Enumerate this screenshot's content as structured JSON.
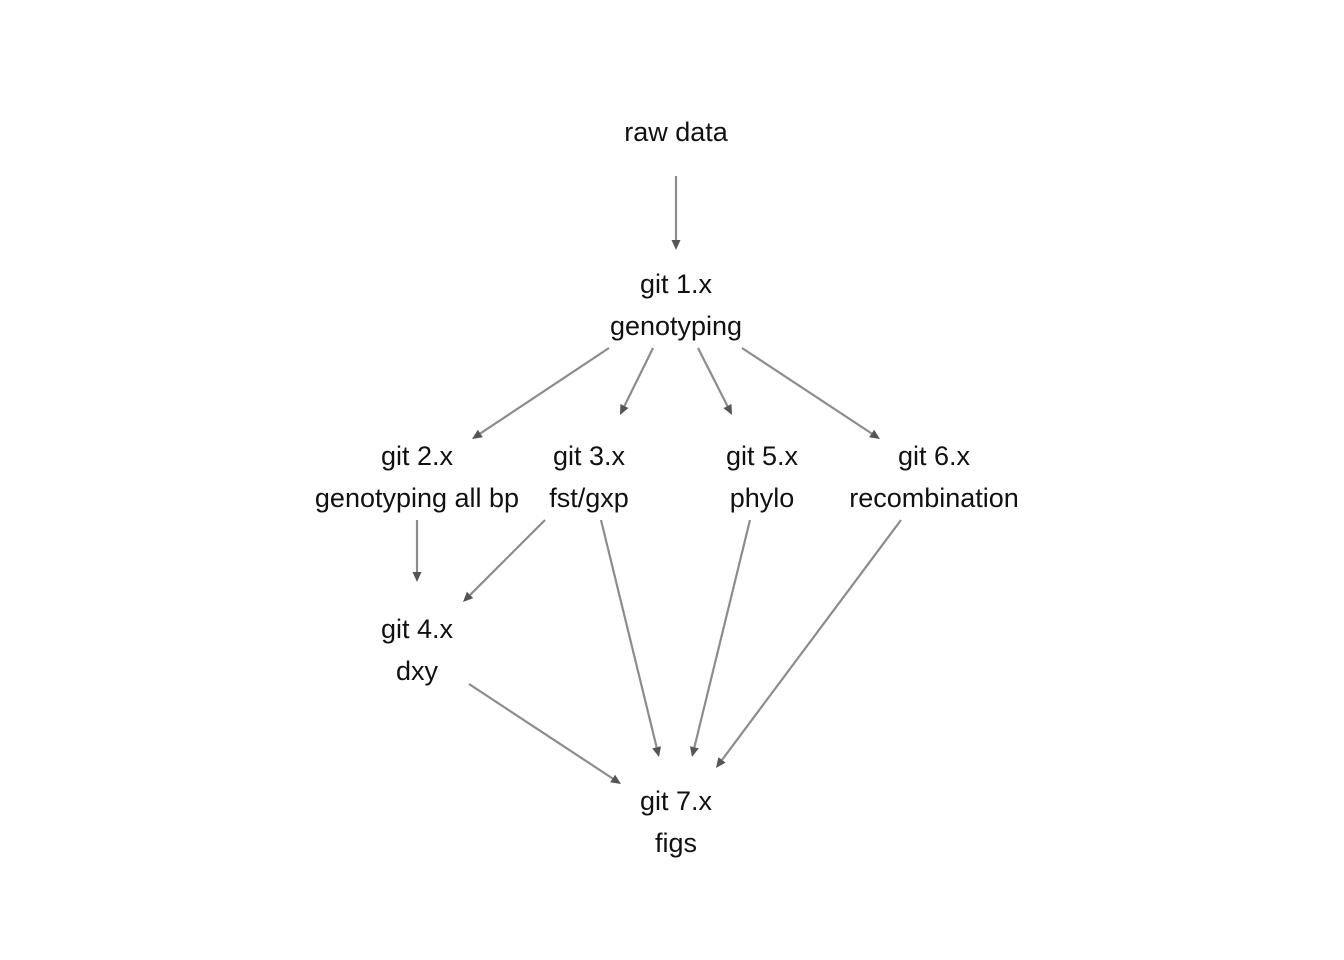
{
  "diagram": {
    "type": "flow",
    "nodes": [
      {
        "id": "raw",
        "lines": [
          "raw data"
        ]
      },
      {
        "id": "git1",
        "lines": [
          "git 1.x",
          "genotyping"
        ]
      },
      {
        "id": "git2",
        "lines": [
          "git 2.x",
          "genotyping all bp"
        ]
      },
      {
        "id": "git3",
        "lines": [
          "git 3.x",
          "fst/gxp"
        ]
      },
      {
        "id": "git5",
        "lines": [
          "git 5.x",
          "phylo"
        ]
      },
      {
        "id": "git6",
        "lines": [
          "git 6.x",
          "recombination"
        ]
      },
      {
        "id": "git4",
        "lines": [
          "git 4.x",
          "dxy"
        ]
      },
      {
        "id": "git7",
        "lines": [
          "git 7.x",
          "figs"
        ]
      }
    ],
    "edges": [
      {
        "from": "raw",
        "to": "git1"
      },
      {
        "from": "git1",
        "to": "git2"
      },
      {
        "from": "git1",
        "to": "git3"
      },
      {
        "from": "git1",
        "to": "git5"
      },
      {
        "from": "git1",
        "to": "git6"
      },
      {
        "from": "git2",
        "to": "git4"
      },
      {
        "from": "git3",
        "to": "git4"
      },
      {
        "from": "git3",
        "to": "git7"
      },
      {
        "from": "git5",
        "to": "git7"
      },
      {
        "from": "git6",
        "to": "git7"
      },
      {
        "from": "git4",
        "to": "git7"
      }
    ],
    "colors": {
      "edge": "#8c8c8c",
      "arrow": "#555555",
      "text": "#111111"
    }
  }
}
